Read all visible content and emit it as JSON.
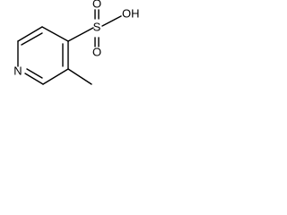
{
  "molecule": {
    "atoms": {
      "nitrogen": "N",
      "sulfur": "S",
      "oxygen_top": "O",
      "oxygen_bottom": "O",
      "hydroxyl": "OH"
    }
  },
  "colors": {
    "bond": "#000000",
    "label": "#000000",
    "background": "#ffffff"
  }
}
